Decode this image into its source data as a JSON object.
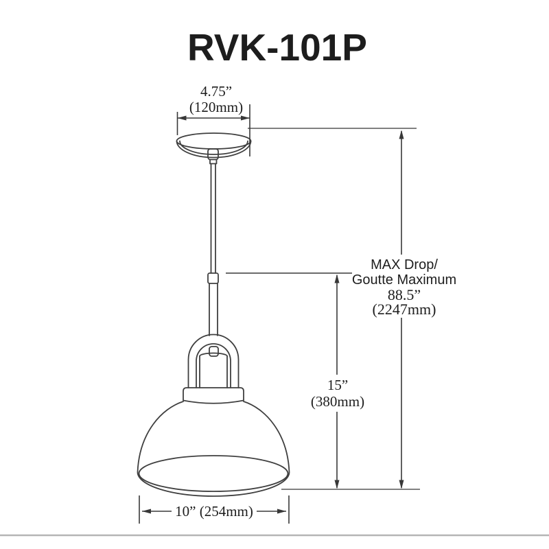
{
  "title": "RVK-101P",
  "canopy_dim": {
    "inches": "4.75”",
    "mm": "(120mm)"
  },
  "height_dim": {
    "inches": "15”",
    "mm": "(380mm)"
  },
  "max_drop_dim": {
    "line1": "MAX Drop/",
    "line2": "Goutte Maximum",
    "inches": "88.5”",
    "mm": "(2247mm)"
  },
  "width_dim": {
    "text": "10” (254mm)"
  },
  "colors": {
    "drawing_line": "#3f3f3f",
    "dimension_line": "#383838",
    "reference_line": "#6e6e6e",
    "page_rule": "#b5b5b5",
    "text": "#1d1d1d",
    "background": "#ffffff"
  }
}
